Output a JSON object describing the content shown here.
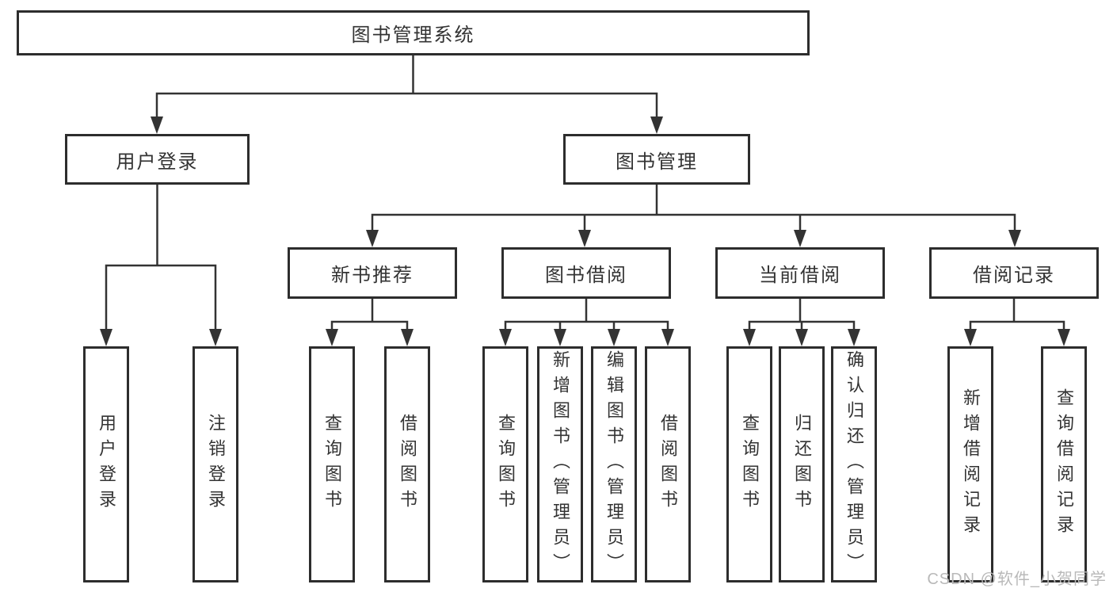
{
  "diagram": {
    "root": {
      "label": "图书管理系统"
    },
    "level1": [
      {
        "label": "用户登录",
        "children": [
          {
            "label": "用户登录"
          },
          {
            "label": "注销登录"
          }
        ]
      },
      {
        "label": "图书管理",
        "children": [
          {
            "label": "新书推荐",
            "children": [
              {
                "label": "查询图书"
              },
              {
                "label": "借阅图书"
              }
            ]
          },
          {
            "label": "图书借阅",
            "children": [
              {
                "label": "查询图书"
              },
              {
                "label": "新增图书（管理员）"
              },
              {
                "label": "编辑图书（管理员）"
              },
              {
                "label": "借阅图书"
              }
            ]
          },
          {
            "label": "当前借阅",
            "children": [
              {
                "label": "查询图书"
              },
              {
                "label": "归还图书"
              },
              {
                "label": "确认归还（管理员）"
              }
            ]
          },
          {
            "label": "借阅记录",
            "children": [
              {
                "label": "新增借阅记录"
              },
              {
                "label": "查询借阅记录"
              }
            ]
          }
        ]
      }
    ]
  },
  "watermark": {
    "text": "CSDN @软件_小贺同学"
  },
  "colors": {
    "line": "#333333",
    "border": "#2d2d2d",
    "text": "#333333",
    "watermark": "#b9b9b9",
    "background": "#ffffff"
  }
}
